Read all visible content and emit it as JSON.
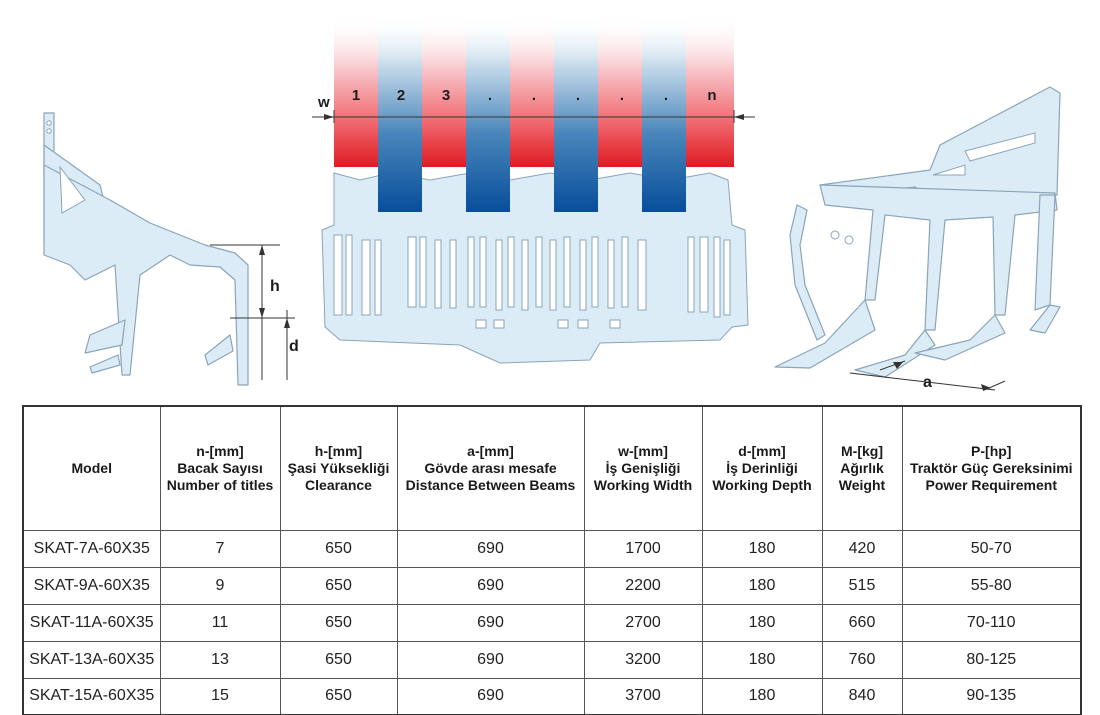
{
  "diagram_labels": {
    "w": "w",
    "h": "h",
    "d": "d",
    "a": "a",
    "columns": [
      "1",
      "2",
      "3",
      ".",
      ".",
      ".",
      ".",
      ".",
      "n"
    ]
  },
  "table": {
    "headers": [
      [
        "Model"
      ],
      [
        "n-[mm]",
        "Bacak Sayısı",
        "Number of titles"
      ],
      [
        "h-[mm]",
        "Şasi Yüksekliği",
        "Clearance"
      ],
      [
        "a-[mm]",
        "Gövde arası mesafe",
        "Distance Between Beams"
      ],
      [
        "w-[mm]",
        "İş Genişliği",
        "Working  Width"
      ],
      [
        "d-[mm]",
        "İş Derinliği",
        "Working Depth"
      ],
      [
        "M-[kg]",
        "Ağırlık",
        "Weight"
      ],
      [
        "P-[hp]",
        "Traktör Güç Gereksinimi",
        "Power Requirement"
      ]
    ],
    "rows": [
      [
        "SKAT-7A-60X35",
        "7",
        "650",
        "690",
        "1700",
        "180",
        "420",
        "50-70"
      ],
      [
        "SKAT-9A-60X35",
        "9",
        "650",
        "690",
        "2200",
        "180",
        "515",
        "55-80"
      ],
      [
        "SKAT-11A-60X35",
        "11",
        "650",
        "690",
        "2700",
        "180",
        "660",
        "70-110"
      ],
      [
        "SKAT-13A-60X35",
        "13",
        "650",
        "690",
        "3200",
        "180",
        "760",
        "80-125"
      ],
      [
        "SKAT-15A-60X35",
        "15",
        "650",
        "690",
        "3700",
        "180",
        "840",
        "90-135"
      ]
    ]
  },
  "colors": {
    "machine_fill": "#dcecf7",
    "machine_stroke": "#8aa4b8",
    "red_band": "#e02020",
    "blue_band": "#0a4f9a"
  }
}
